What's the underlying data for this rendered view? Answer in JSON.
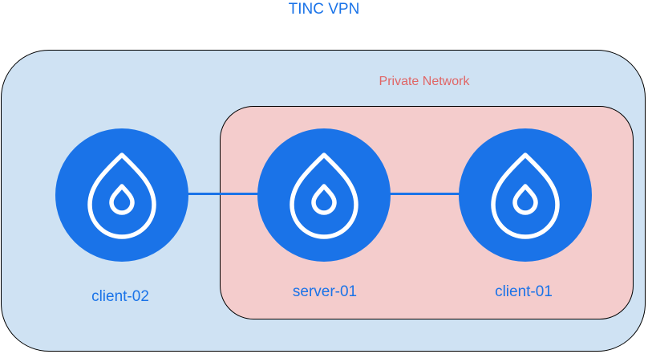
{
  "title": "TINC VPN",
  "private_network": {
    "label": "Private Network"
  },
  "nodes": [
    {
      "label": "client-02",
      "icon": "tinc-drop-icon"
    },
    {
      "label": "server-01",
      "icon": "tinc-drop-icon"
    },
    {
      "label": "client-01",
      "icon": "tinc-drop-icon"
    }
  ],
  "colors": {
    "accent": "#1a73e8",
    "vpn_fill": "#cfe2f3",
    "private_fill": "#f4cccc",
    "private_label": "#e06666"
  }
}
